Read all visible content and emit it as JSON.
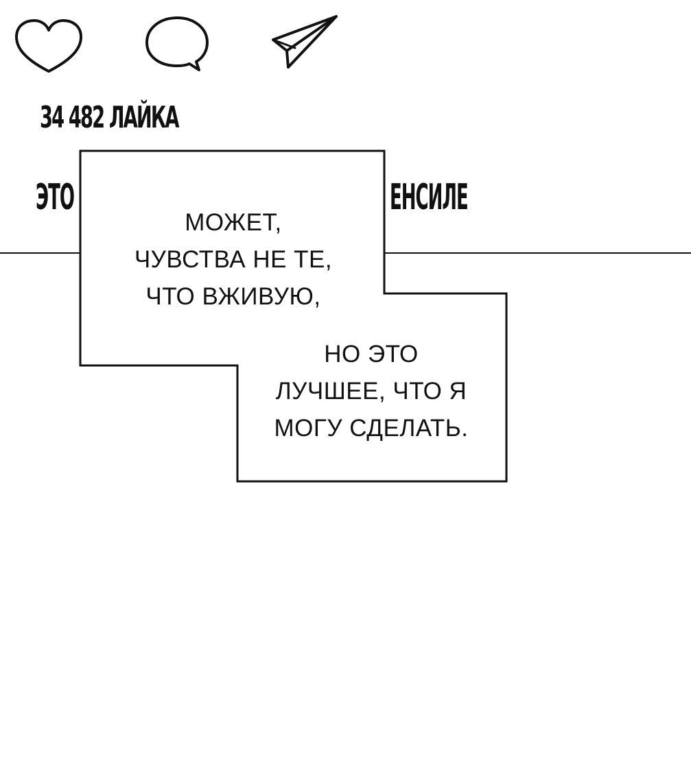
{
  "post": {
    "likes_text": "34 482 ЛАЙКА",
    "caption_visible_start": "ЭТО",
    "caption_visible_end": "ЕНСИЛЕ"
  },
  "actions": {
    "like_icon": "heart-icon",
    "comment_icon": "comment-bubble-icon",
    "share_icon": "paper-plane-icon"
  },
  "speech_bubble": {
    "lines_top": [
      "МОЖЕТ,",
      "ЧУВСТВА НЕ ТЕ,",
      "ЧТО ВЖИВУЮ,"
    ],
    "lines_bottom": [
      "НО ЭТО",
      "ЛУЧШЕЕ, ЧТО Я",
      "МОГУ СДЕЛАТЬ."
    ]
  }
}
